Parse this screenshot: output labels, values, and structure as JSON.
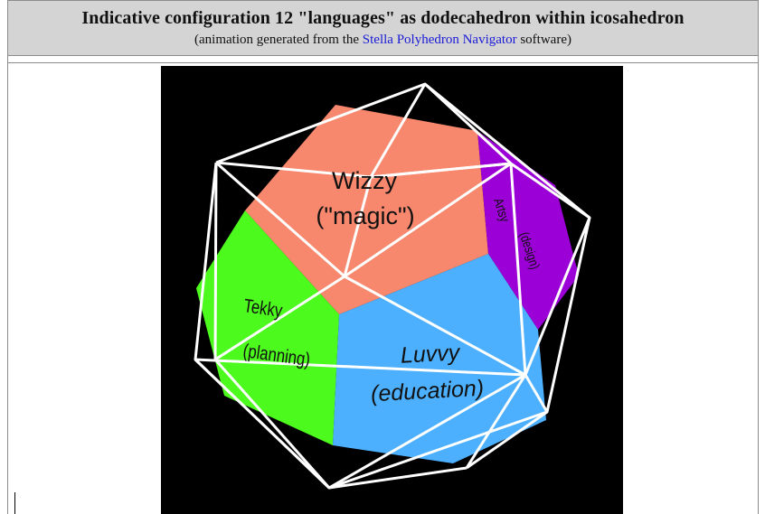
{
  "header": {
    "title": "Indicative configuration 12 \"languages\" as dodecahedron within icosahedron",
    "subtitle_prefix": "(animation generated from the ",
    "subtitle_link": "Stella Polyhedron Navigator",
    "subtitle_suffix": " software)"
  },
  "figure": {
    "faces": [
      {
        "name": "Wizzy",
        "desc": "(\"magic\")",
        "color": "#f7886e"
      },
      {
        "name": "Artsy",
        "desc": "(design)",
        "color": "#9b00d6"
      },
      {
        "name": "Tekky",
        "desc": "(planning)",
        "color": "#4dfa1e"
      },
      {
        "name": "Luvvy",
        "desc": "(education)",
        "color": "#4cb0ff"
      }
    ],
    "background_color": "#000000",
    "wireframe_color": "#ffffff"
  }
}
